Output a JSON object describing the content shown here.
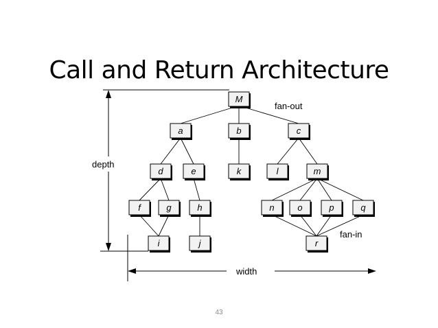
{
  "title": "Call and Return Architecture",
  "page_number": "43",
  "annotations": {
    "fan_out": "fan-out",
    "fan_in": "fan-in",
    "depth": "depth",
    "width": "width"
  },
  "nodes": {
    "M": "M",
    "a": "a",
    "b": "b",
    "c": "c",
    "d": "d",
    "e": "e",
    "k": "k",
    "l": "l",
    "m": "m",
    "f": "f",
    "g": "g",
    "h": "h",
    "n": "n",
    "o": "o",
    "p": "p",
    "q": "q",
    "i": "i",
    "j": "j",
    "r": "r"
  }
}
